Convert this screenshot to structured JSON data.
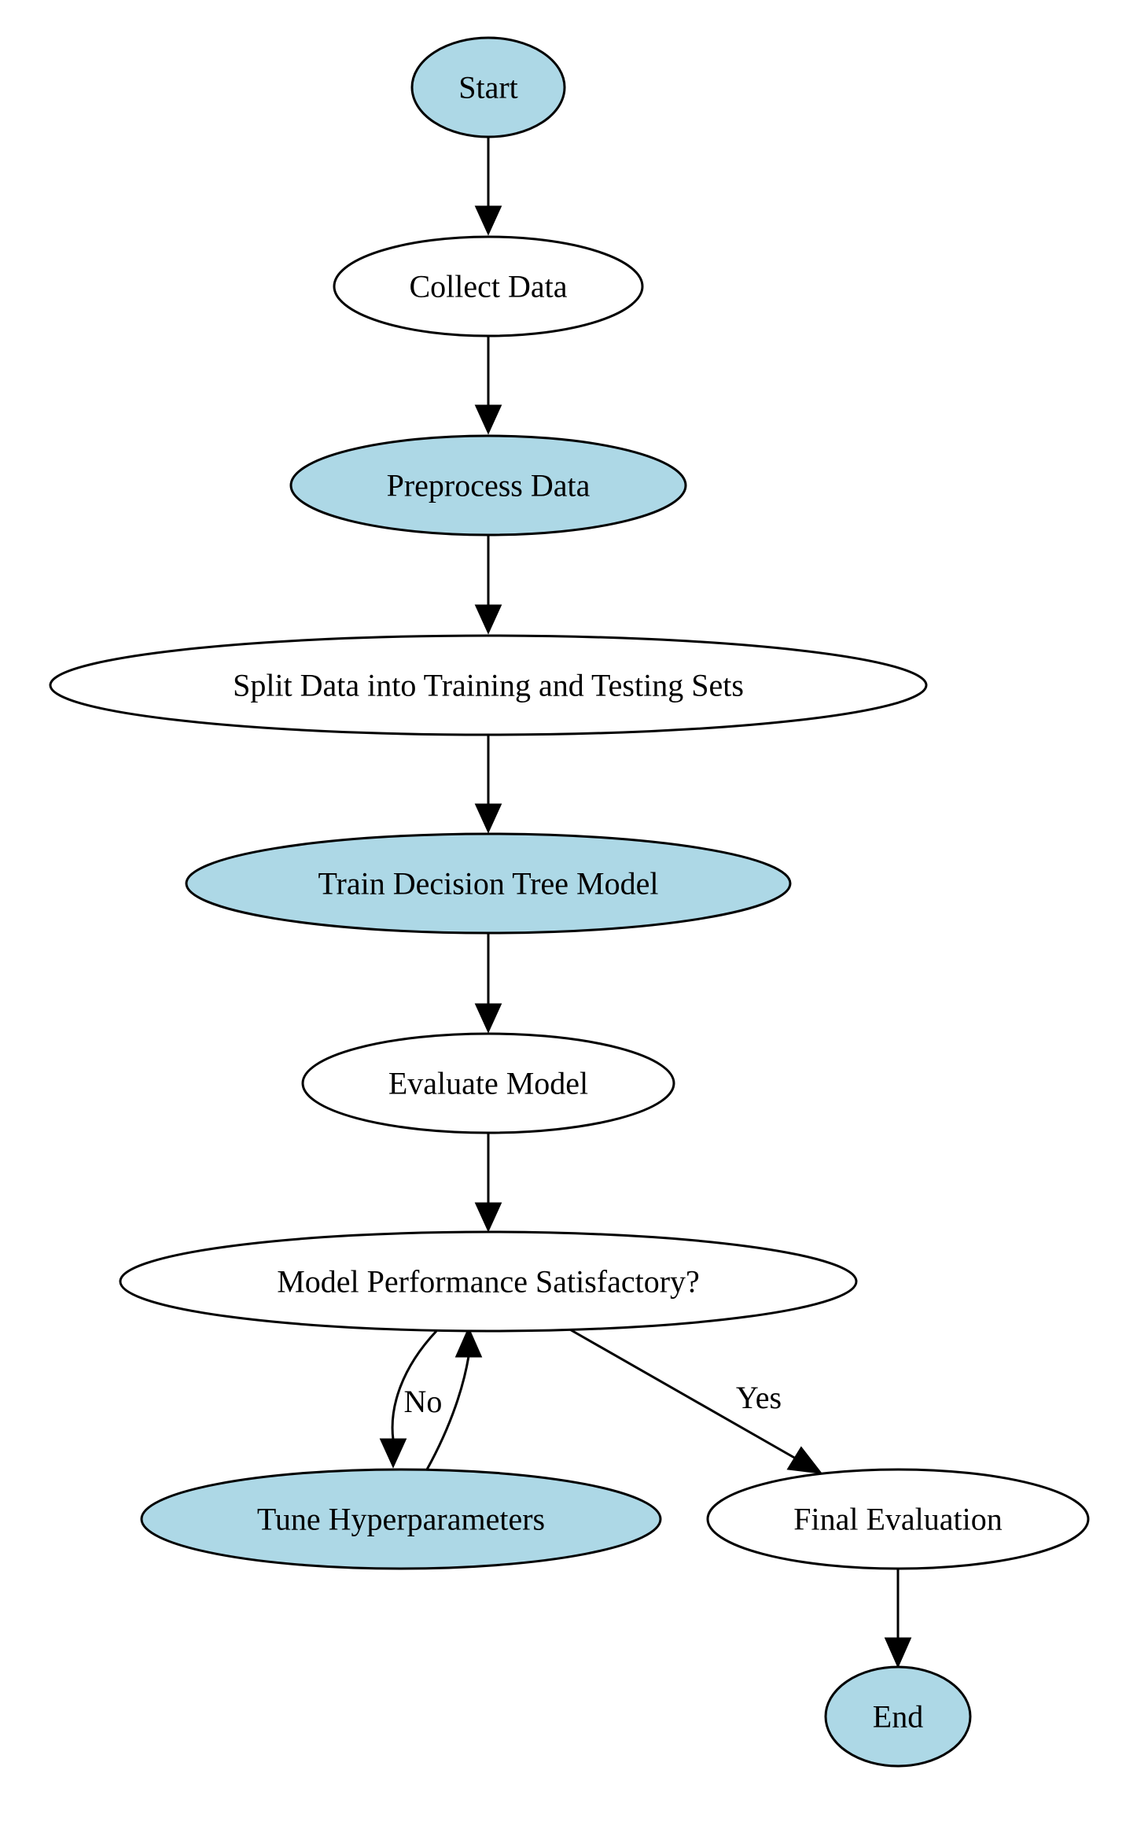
{
  "colors": {
    "accent_fill": "#add8e6",
    "plain_fill": "#ffffff",
    "stroke": "#000000"
  },
  "nodes": [
    {
      "id": "start",
      "label": "Start",
      "style": "accent"
    },
    {
      "id": "collect",
      "label": "Collect Data",
      "style": "plain"
    },
    {
      "id": "preprocess",
      "label": "Preprocess Data",
      "style": "accent"
    },
    {
      "id": "split",
      "label": "Split Data into Training and Testing Sets",
      "style": "plain"
    },
    {
      "id": "train",
      "label": "Train Decision Tree Model",
      "style": "accent"
    },
    {
      "id": "evaluate",
      "label": "Evaluate Model",
      "style": "plain"
    },
    {
      "id": "decision",
      "label": "Model Performance Satisfactory?",
      "style": "plain"
    },
    {
      "id": "tune",
      "label": "Tune Hyperparameters",
      "style": "accent"
    },
    {
      "id": "final",
      "label": "Final Evaluation",
      "style": "plain"
    },
    {
      "id": "end",
      "label": "End",
      "style": "accent"
    }
  ],
  "edges": [
    {
      "from": "start",
      "to": "collect",
      "label": ""
    },
    {
      "from": "collect",
      "to": "preprocess",
      "label": ""
    },
    {
      "from": "preprocess",
      "to": "split",
      "label": ""
    },
    {
      "from": "split",
      "to": "train",
      "label": ""
    },
    {
      "from": "train",
      "to": "evaluate",
      "label": ""
    },
    {
      "from": "evaluate",
      "to": "decision",
      "label": ""
    },
    {
      "from": "decision",
      "to": "tune",
      "label": "No"
    },
    {
      "from": "tune",
      "to": "decision",
      "label": ""
    },
    {
      "from": "decision",
      "to": "final",
      "label": "Yes"
    },
    {
      "from": "final",
      "to": "end",
      "label": ""
    }
  ]
}
